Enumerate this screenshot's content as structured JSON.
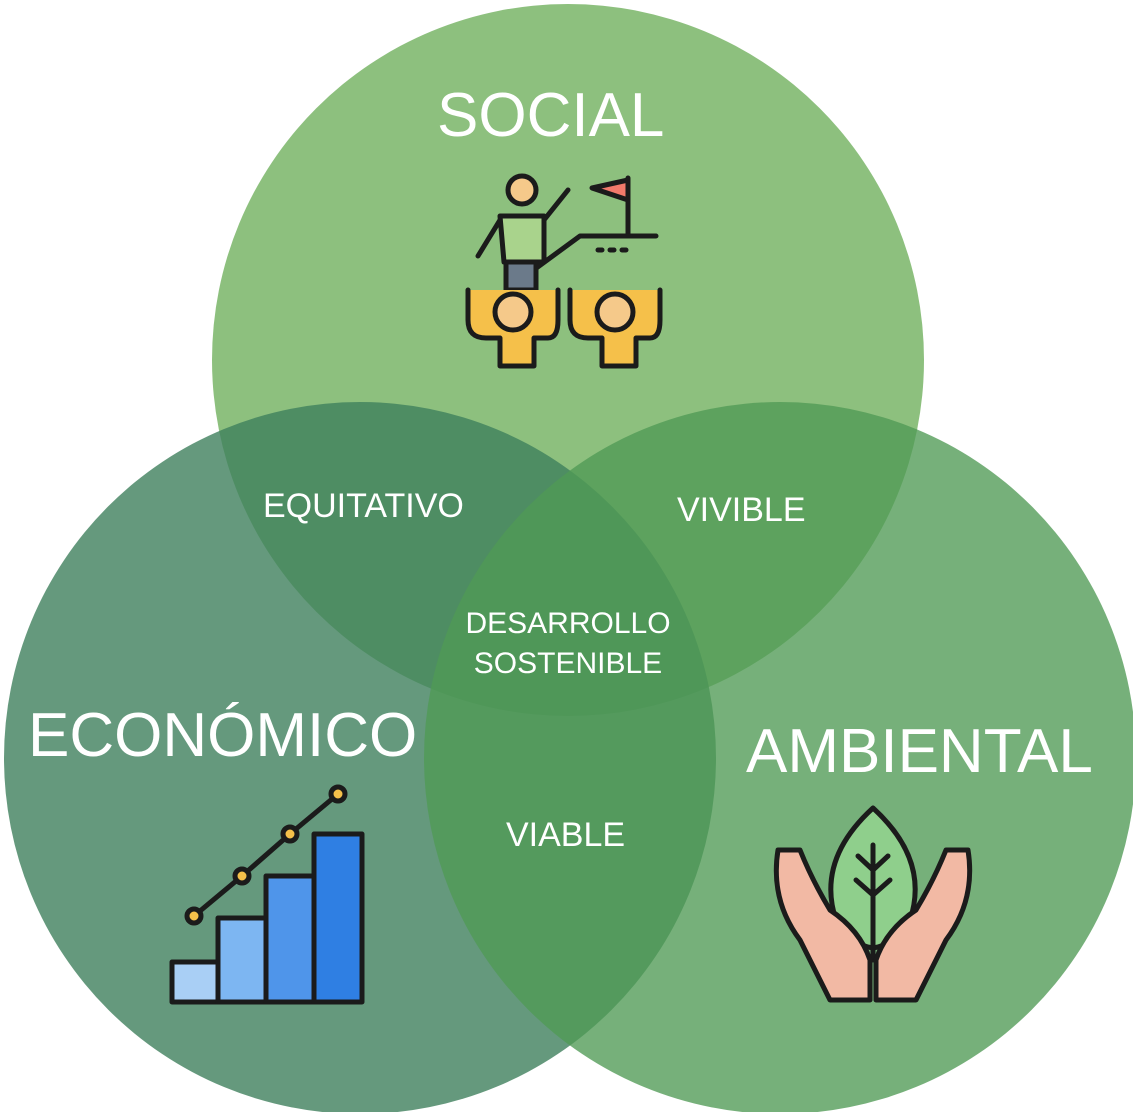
{
  "circles": {
    "social": {
      "label": "SOCIAL",
      "color": "#7cb66a",
      "icon": "people-achievement-icon"
    },
    "economico": {
      "label": "ECONÓMICO",
      "color": "#4f8b6a",
      "icon": "bar-chart-growth-icon"
    },
    "ambiental": {
      "label": "AMBIENTAL",
      "color": "#5a9e5e",
      "icon": "hands-leaf-icon"
    }
  },
  "overlaps": {
    "social_economico": "EQUITATIVO",
    "social_ambiental": "VIVIBLE",
    "economico_ambiental": "VIABLE",
    "center_line1": "DESARROLLO",
    "center_line2": "SOSTENIBLE"
  }
}
